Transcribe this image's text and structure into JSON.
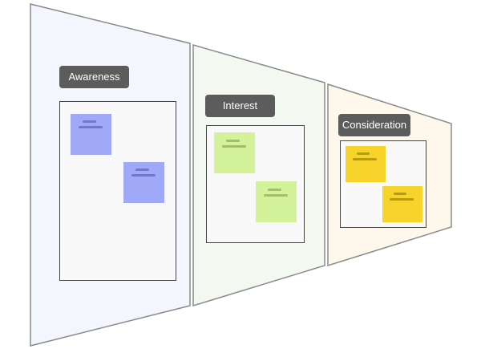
{
  "colors": {
    "stage_stroke": "#8a8a8a",
    "label_bg": "#5c5c5c",
    "label_text": "#ffffff",
    "board_bg": "#f9f9f9",
    "board_border": "#444444"
  },
  "stages": [
    {
      "id": "awareness",
      "label": "Awareness",
      "fill": "#f4f6fd",
      "note_color": "#a0a8f8",
      "note_line": "#6f78c9",
      "notes": 2
    },
    {
      "id": "interest",
      "label": "Interest",
      "fill": "#f3f9f1",
      "note_color": "#d4f29a",
      "note_line": "#a3bd6a",
      "notes": 2
    },
    {
      "id": "consideration",
      "label": "Consideration",
      "fill": "#fef8ec",
      "note_color": "#f7d42c",
      "note_line": "#b69a15",
      "notes": 2
    }
  ]
}
